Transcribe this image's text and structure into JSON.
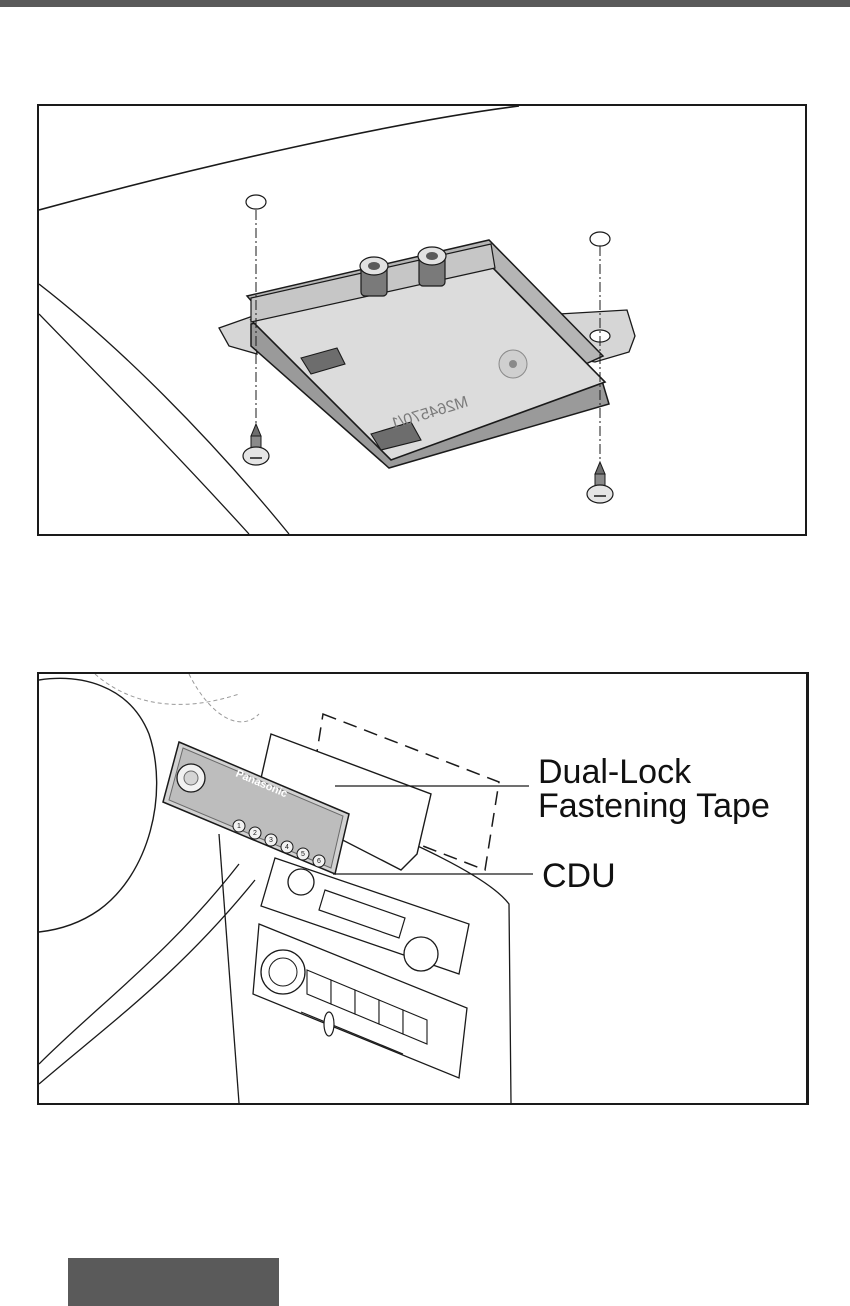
{
  "figure1": {
    "part_marking": "M264570/1"
  },
  "figure2": {
    "brand_marking": "Panasonic",
    "callouts": {
      "tape_line1": "Dual-Lock",
      "tape_line2": "Fastening Tape",
      "cdu": "CDU"
    },
    "preset_buttons": [
      "1",
      "2",
      "3",
      "4",
      "5",
      "6"
    ]
  },
  "colors": {
    "rule": "#5a5a5a",
    "frame": "#1a1a1a",
    "module_fill": "#dcdcdc",
    "module_shade": "#a9a9a9"
  }
}
